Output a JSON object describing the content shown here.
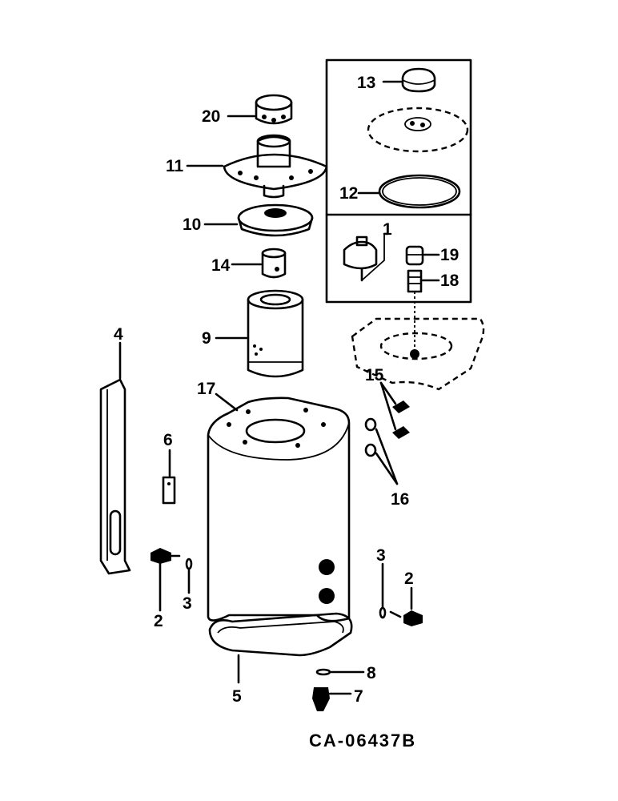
{
  "callouts": {
    "c1": "1",
    "c2_left": "2",
    "c2_right": "2",
    "c3_left": "3",
    "c3_right": "3",
    "c4": "4",
    "c5": "5",
    "c6": "6",
    "c7": "7",
    "c8": "8",
    "c9": "9",
    "c10": "10",
    "c11": "11",
    "c12": "12",
    "c13": "13",
    "c14": "14",
    "c15": "15",
    "c16": "16",
    "c17": "17",
    "c18": "18",
    "c19": "19",
    "c20": "20"
  },
  "drawing_code": "CA-06437B"
}
